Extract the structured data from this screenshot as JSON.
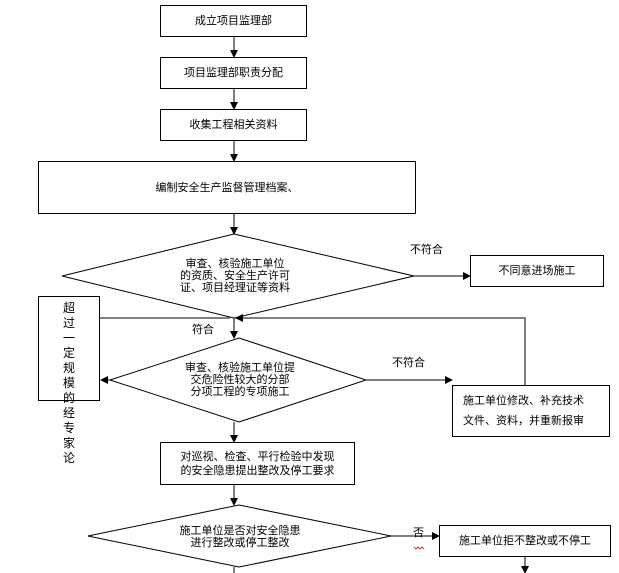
{
  "flowchart": {
    "steps": {
      "s1": "成立项目监理部",
      "s2": "项目监理部职责分配",
      "s3": "收集工程相关资料",
      "s4": "编制安全生产监督管理档案、",
      "d1_line1": "审查、核验施工单位",
      "d1_line2": "的资质、安全生产许可",
      "d1_line3": "证、项目经理证等资料",
      "reject1": "不同意进场施工",
      "d2_line1": "审查、核验施工单位提",
      "d2_line2": "交危险性较大的分部",
      "d2_line3": "分项工程的专项施工",
      "revise_line1": "施工单位修改、补充技术",
      "revise_line2": "文件、资料，并重新报审",
      "expert": "超过一定规模的经专家论",
      "s5_line1": "对巡视、检查、平行检验中发现",
      "s5_line2": "的安全隐患提出整改及停工要求",
      "d3_line1": "施工单位是否对安全隐患",
      "d3_line2": "进行整改或停工整改",
      "refuse": "施工单位拒不整改或不停工"
    },
    "labels": {
      "not_comply_1": "不符合",
      "comply": "符合",
      "not_comply_2": "不符合",
      "no": "否"
    }
  }
}
